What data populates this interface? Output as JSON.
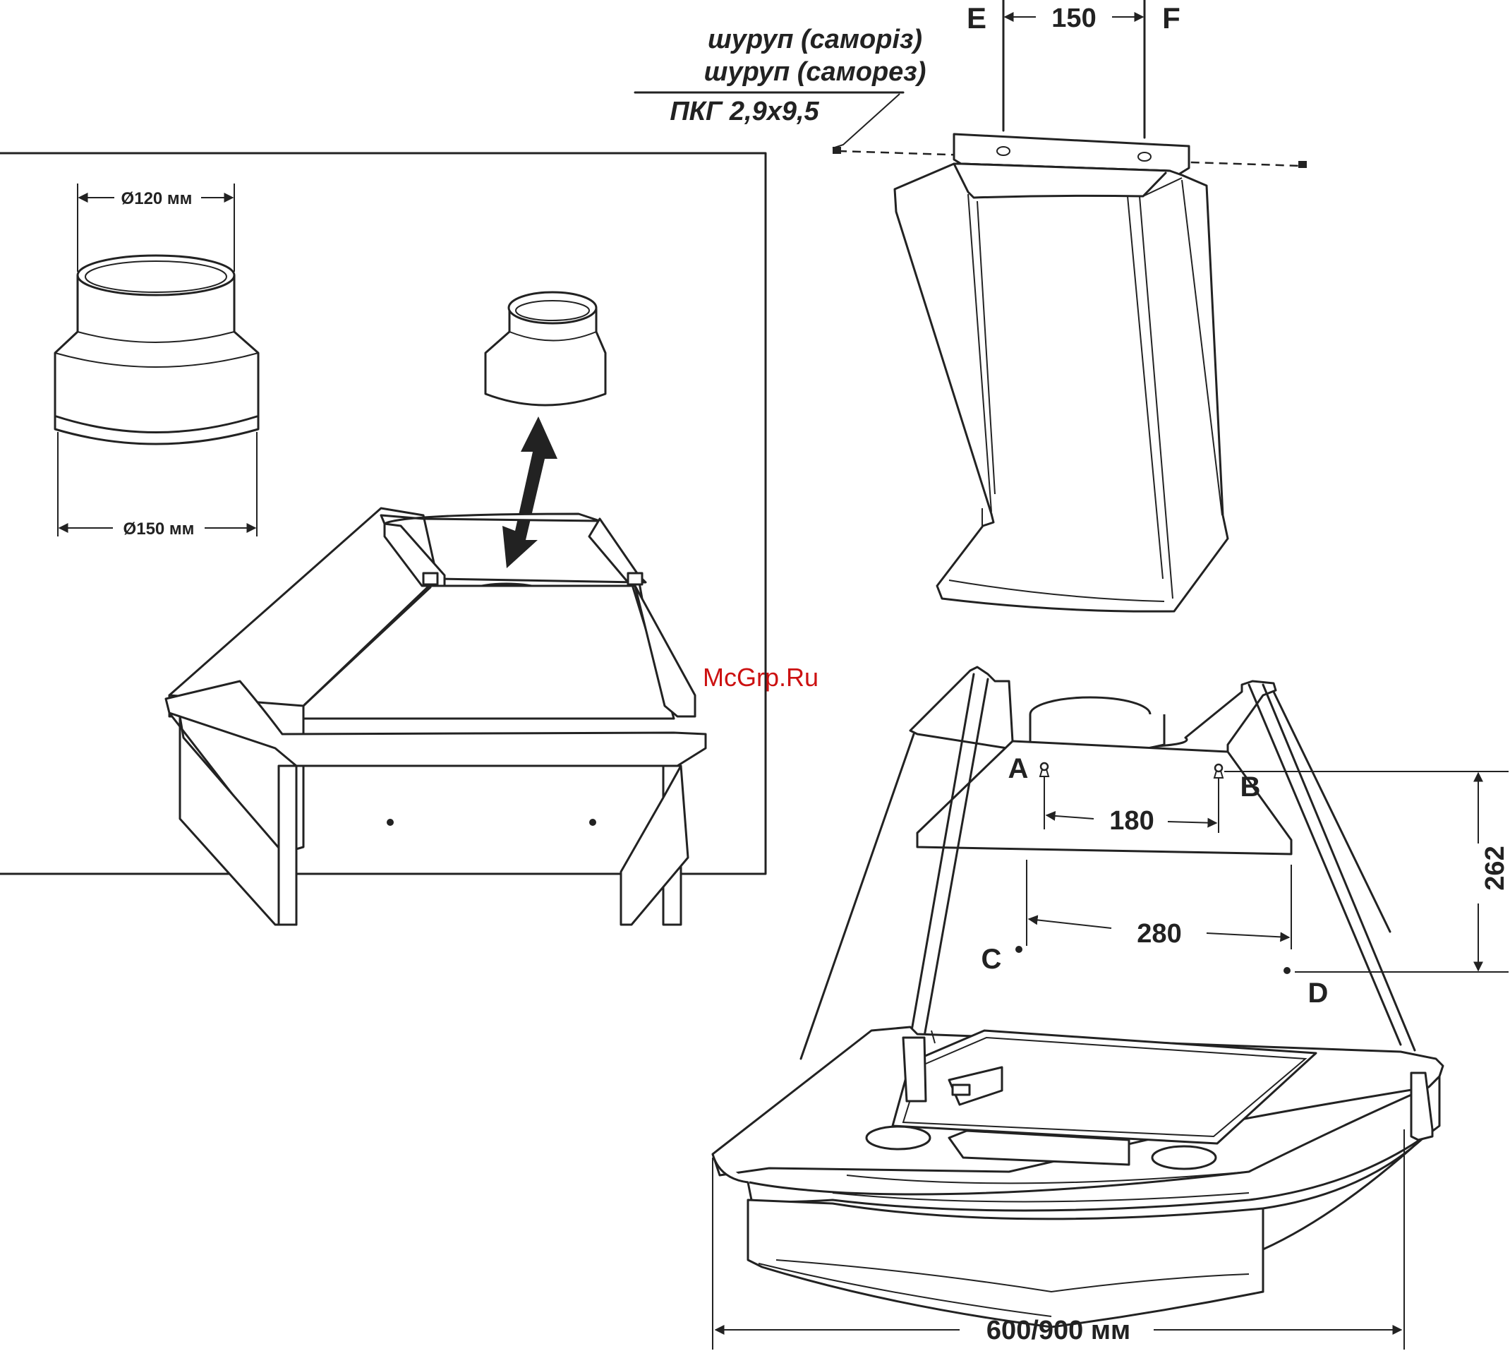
{
  "screw_label": {
    "line1": "шуруп (саморіз)",
    "line2": "шуруп (саморез)",
    "spec": "ПКГ 2,9x9,5"
  },
  "points": {
    "e": "E",
    "f": "F",
    "a": "A",
    "b": "B",
    "c": "C",
    "d": "D"
  },
  "dimensions": {
    "ef": "150",
    "ab": "180",
    "cd": "280",
    "vertical": "262",
    "width": "600/900 мм",
    "small_diameter": "Ø120 мм",
    "large_diameter": "Ø150 мм"
  },
  "watermark": "McGrp.Ru",
  "colors": {
    "line": "#222222",
    "watermark": "#cc1111",
    "background": "#ffffff"
  }
}
